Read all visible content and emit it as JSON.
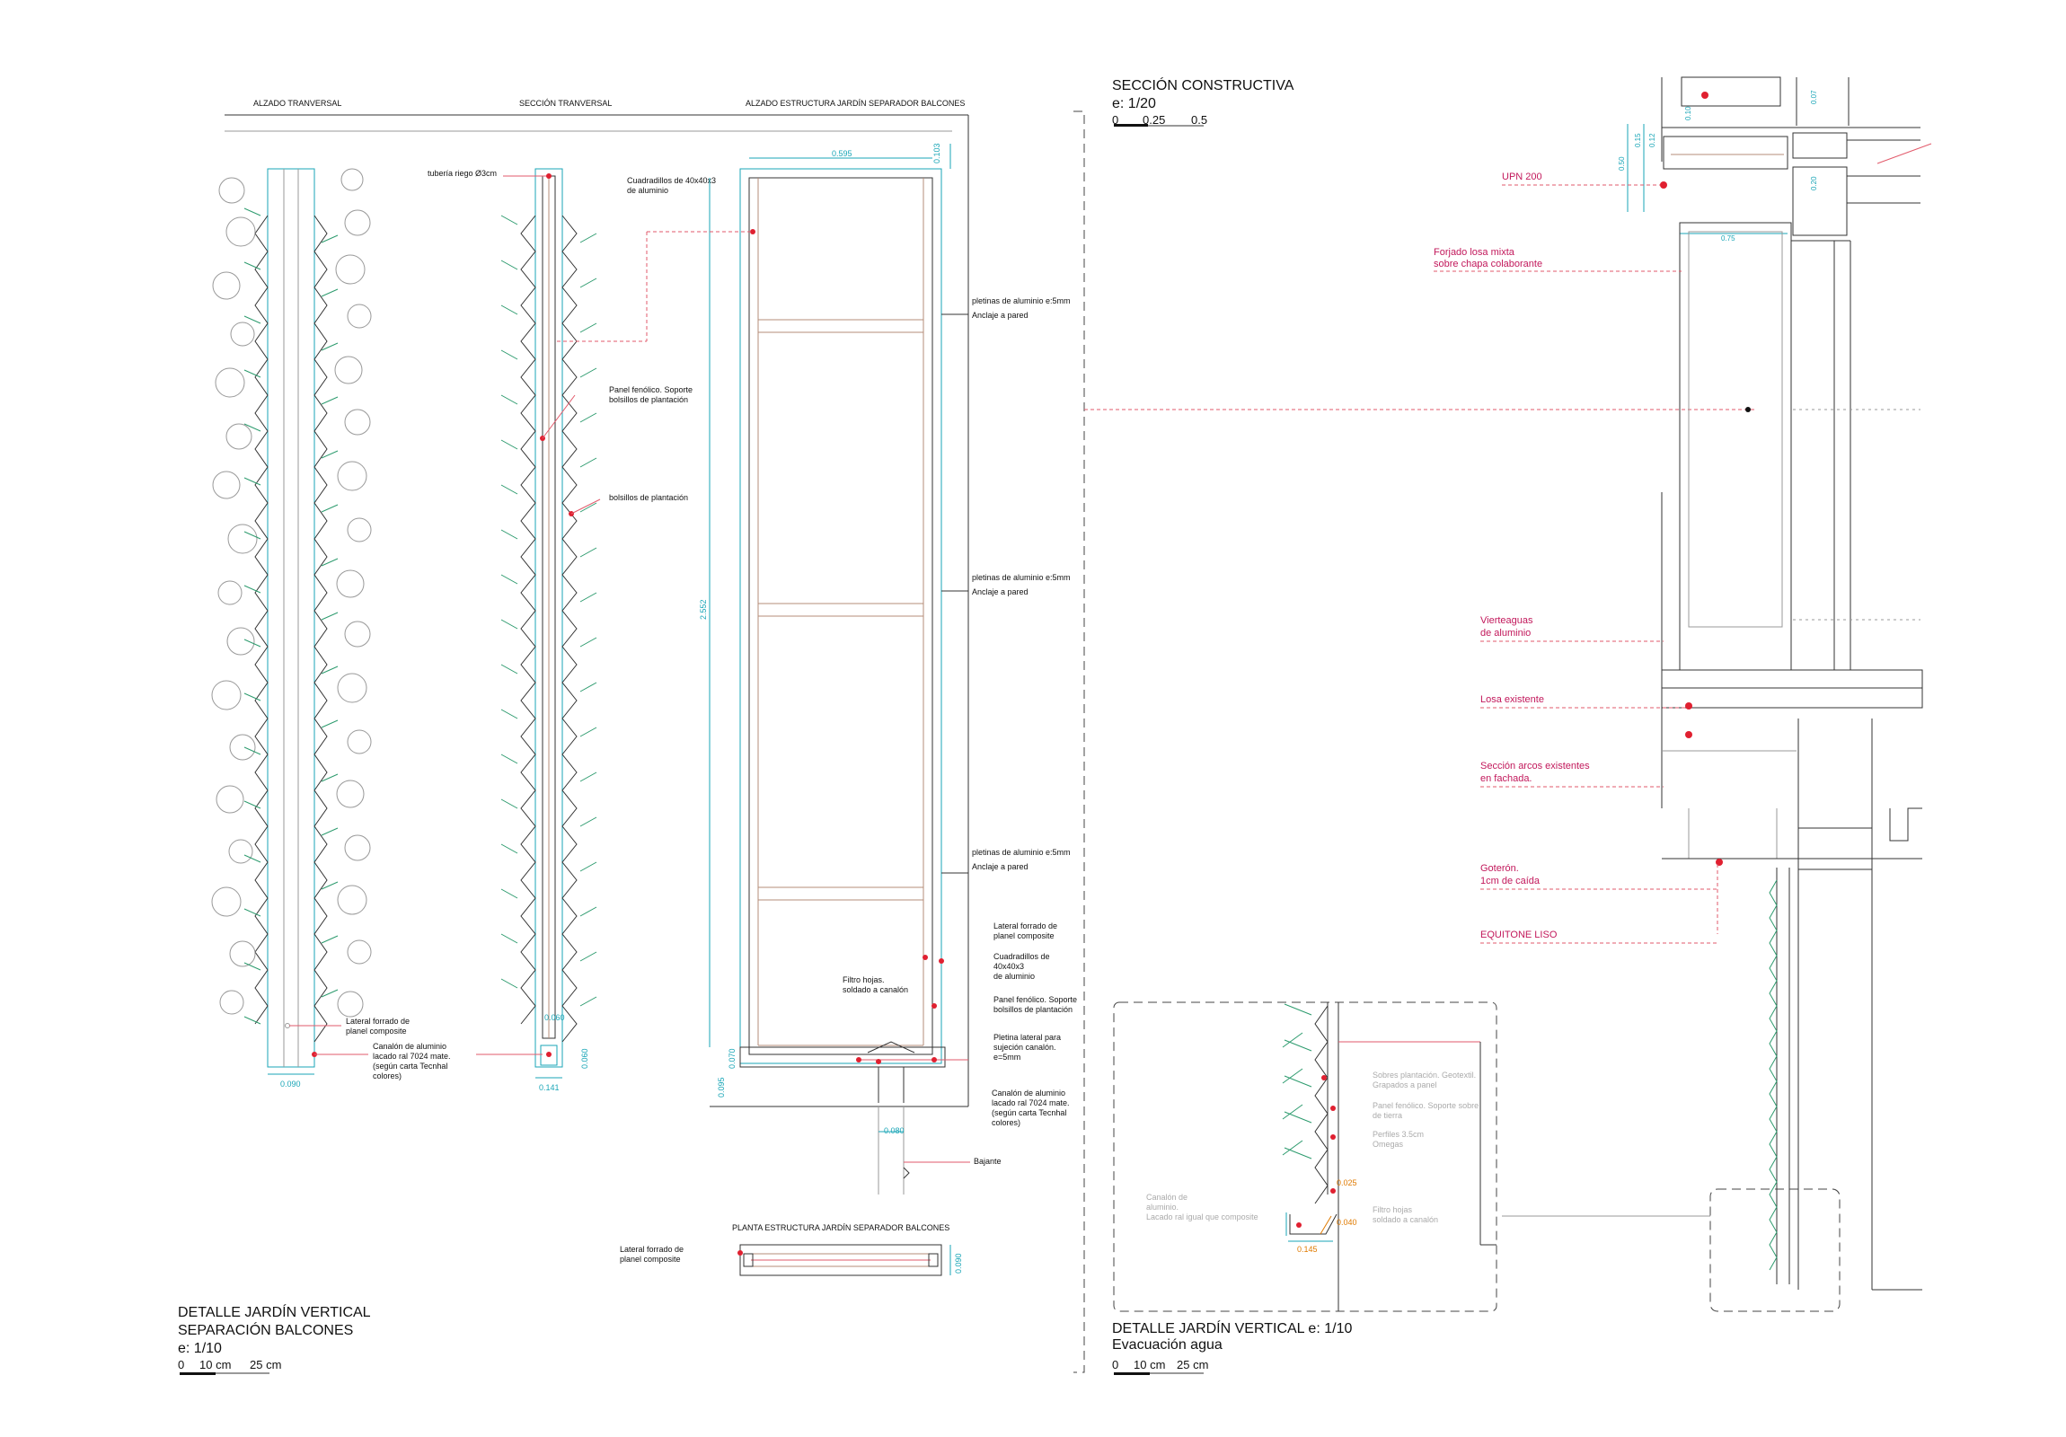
{
  "left_sheet": {
    "headers": [
      "ALZADO TRANVERSAL",
      "SECCIÓN TRANVERSAL",
      "ALZADO ESTRUCTURA JARDÍN SEPARADOR BALCONES"
    ],
    "title_lines": [
      "DETALLE JARDÍN VERTICAL",
      "SEPARACIÓN BALCONES",
      "e: 1/10"
    ],
    "scale_ticks": [
      "0",
      "10 cm",
      "25 cm"
    ],
    "notes": {
      "tuberia": "tubería riego Ø3cm",
      "cuadradillos": [
        "Cuadradillos de 40x40x3",
        "de aluminio"
      ],
      "panel_fenolico": [
        "Panel fenólico. Soporte",
        "bolsillos de plantación"
      ],
      "bolsillos": "bolsillos de plantación",
      "lateral_forrado": [
        "Lateral forrado de",
        "planel composite"
      ],
      "canalon": [
        "Canalón de aluminio",
        "lacado ral  7024 mate.",
        "(según carta Tecnhal",
        "colores)"
      ],
      "pletinas_1": [
        "pletinas de aluminio e:5mm",
        "Anclaje a pared"
      ],
      "pletinas_2": [
        "pletinas de aluminio e:5mm",
        "Anclaje a pared"
      ],
      "pletinas_3": [
        "pletinas de aluminio e:5mm",
        "Anclaje a pared"
      ],
      "lateral_forrado_r": [
        "Lateral forrado de",
        "planel composite"
      ],
      "cuadradillos_r": [
        "Cuadradillos de",
        "40x40x3",
        "de aluminio"
      ],
      "filtro": [
        "Filtro hojas.",
        "soldado a canalón"
      ],
      "panel_fenolico_r": [
        "Panel fenólico. Soporte",
        "bolsillos de plantación"
      ],
      "pletina_lateral": [
        "Pletina lateral para",
        "sujeción canalón.",
        "e=5mm"
      ],
      "canalon_r": [
        "Canalón de aluminio",
        "lacado ral  7024 mate.",
        "(según carta Tecnhal",
        "colores)"
      ],
      "bajante": "Bajante",
      "planta_title": "PLANTA ESTRUCTURA JARDÍN SEPARADOR BALCONES",
      "lateral_planta": [
        "Lateral forrado de",
        "planel composite"
      ]
    },
    "dims": {
      "d0090": "0.090",
      "d0060": "0.060",
      "d0141": "0.141",
      "d0060b": "0.060",
      "d0595": "0.595",
      "d0103": "0.103",
      "d2552": "2.552",
      "d0070": "0.070",
      "d0095": "0.095",
      "d0080": "0.080",
      "d0090b": "0.090"
    }
  },
  "right_sheet": {
    "title_lines": [
      "SECCIÓN CONSTRUCTIVA",
      "e: 1/20"
    ],
    "scale_ticks": [
      "0",
      "0.25",
      "0.5"
    ],
    "labels": {
      "upn": "UPN 200",
      "forjado": [
        "Forjado losa mixta",
        "sobre chapa colaborante"
      ],
      "vierteaguas": [
        "Vierteaguas",
        "de aluminio"
      ],
      "losa": "Losa existente",
      "arcos": [
        "Sección arcos existentes",
        "en fachada."
      ],
      "goteron": [
        "Goterón.",
        "1cm de caída"
      ],
      "equitone": "EQUITONE LISO"
    },
    "dims": {
      "d007": "0.07",
      "d010": "0.10",
      "d050": "0.50",
      "d015": "0.15",
      "d012": "0.12",
      "d020": "0.20",
      "d075": "0.75"
    },
    "detail": {
      "title_lines": [
        "DETALLE JARDÍN VERTICAL e: 1/10",
        "Evacuación agua"
      ],
      "scale_ticks": [
        "0",
        "10 cm",
        "25 cm"
      ],
      "notes": {
        "sobres": [
          "Sobres plantación. Geotextil.",
          "Grapados a panel"
        ],
        "panel": [
          "Panel fenólico. Soporte sobre",
          "de tierra"
        ],
        "perfiles": [
          "Perfiles 3.5cm",
          "Omegas"
        ],
        "canalon": [
          "Canalón de",
          "aluminio.",
          "Lacado ral igual que composite"
        ],
        "filtro": [
          "Filtro hojas",
          "soldado a canalón"
        ]
      },
      "dims": {
        "d0025": "0.025",
        "d0040": "0.040",
        "d0145": "0.145"
      }
    }
  }
}
